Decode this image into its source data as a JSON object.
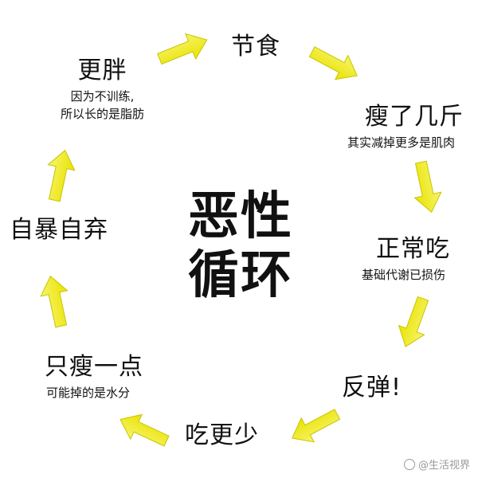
{
  "center": {
    "line1": "恶性",
    "line2": "循环"
  },
  "nodes": {
    "jieshi": {
      "title": "节食"
    },
    "shou": {
      "title": "瘦了几斤",
      "sub": "其实减掉更多是肌肉"
    },
    "zhengchang": {
      "title": "正常吃",
      "sub": "基础代谢已损伤"
    },
    "fantan": {
      "title": "反弹!"
    },
    "chi": {
      "title": "吃更少"
    },
    "zhishou": {
      "title": "只瘦一点",
      "sub": "可能掉的是水分"
    },
    "ziqi": {
      "title": "自暴自弃"
    },
    "pang": {
      "title": "更胖",
      "sub1": "因为不训练,",
      "sub2": "所以长的是脂肪"
    }
  },
  "watermark": "@生活视界",
  "colors": {
    "arrow_fill": "#f3ee2a",
    "arrow_edge": "#c9c400",
    "text": "#111111"
  }
}
